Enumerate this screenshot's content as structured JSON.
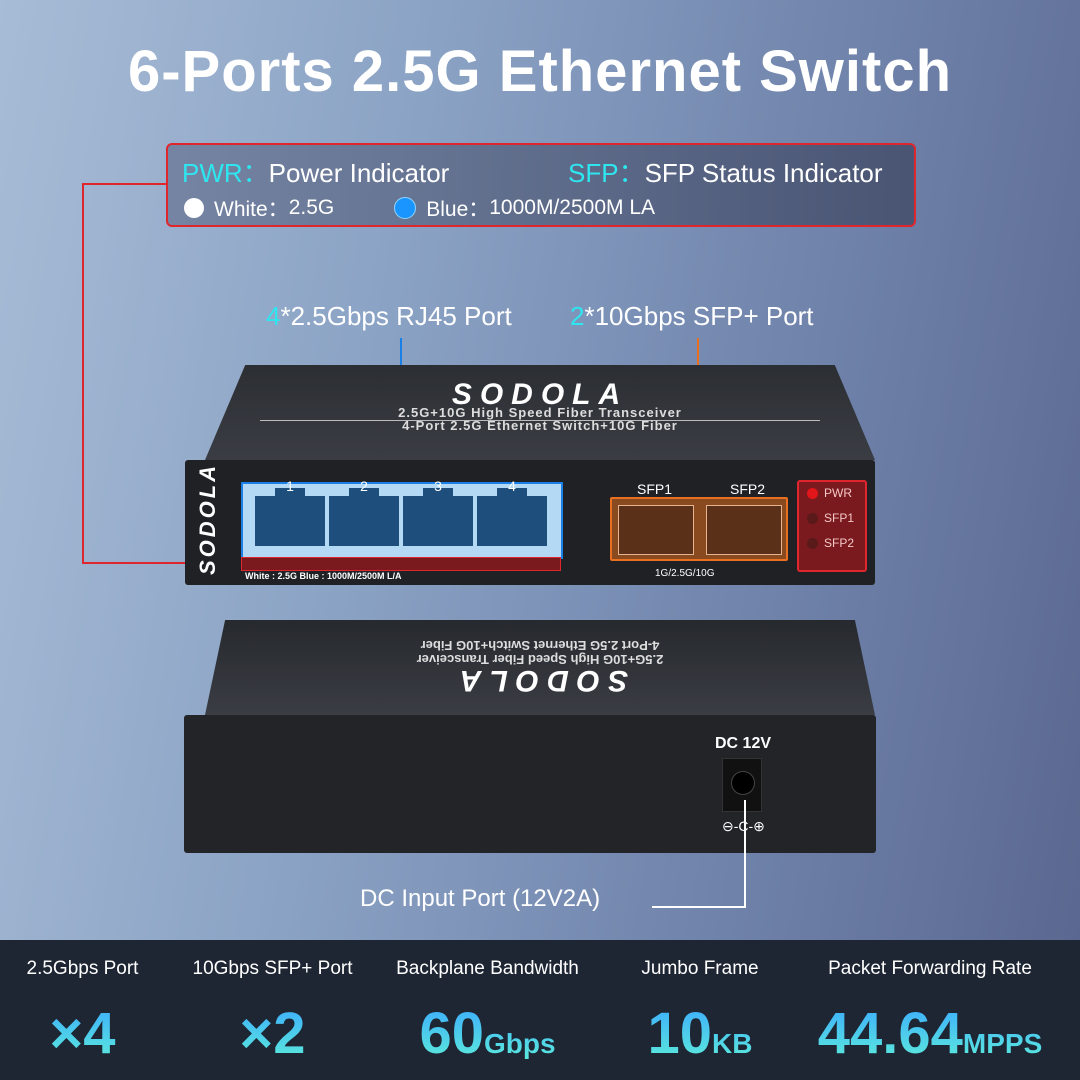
{
  "title": "6-Ports 2.5G Ethernet Switch",
  "legend": {
    "pwr_key": "PWR：",
    "pwr_desc": "Power Indicator",
    "sfp_key": "SFP：",
    "sfp_desc": "SFP Status Indicator",
    "white_label": "White：",
    "white_value": "2.5G",
    "blue_label": "Blue：",
    "blue_value": "1000M/2500M LA",
    "colors": {
      "accent": "#2ee6f0",
      "frame": "#e0262d",
      "white_dot": "#ffffff",
      "blue_dot": "#1a95ff"
    }
  },
  "callouts": {
    "rj45_count": "4",
    "rj45_text": "*2.5Gbps RJ45 Port",
    "sfp_count": "2",
    "sfp_text": "*10Gbps SFP+ Port"
  },
  "front_device": {
    "brand": "SODOLA",
    "line1": "2.5G+10G High Speed Fiber Transceiver",
    "line2": "4-Port 2.5G Ethernet Switch+10G Fiber",
    "side_brand": "SODOLA",
    "rj45_ports": [
      "1",
      "2",
      "3",
      "4"
    ],
    "led_note": "White : 2.5G     Blue : 1000M/2500M L/A",
    "sfp_ports": [
      "SFP1",
      "SFP2"
    ],
    "sfp_range": "1G/2.5G/10G",
    "indicators": [
      {
        "label": "PWR",
        "on": true
      },
      {
        "label": "SFP1",
        "on": false
      },
      {
        "label": "SFP2",
        "on": false
      }
    ]
  },
  "back_device": {
    "brand": "SODOLA",
    "line1": "2.5G+10G High Speed Fiber Transceiver",
    "line2": "4-Port 2.5G Ethernet Switch+10G Fiber",
    "dc_label": "DC 12V",
    "polarity": "⊖-C-⊕",
    "dc_input": "DC Input Port (12V2A)"
  },
  "stats": [
    {
      "label": "2.5Gbps Port",
      "value": "×4",
      "unit": ""
    },
    {
      "label": "10Gbps SFP+ Port",
      "value": "×2",
      "unit": ""
    },
    {
      "label": "Backplane Bandwidth",
      "value": "60",
      "unit": "Gbps"
    },
    {
      "label": "Jumbo Frame",
      "value": "10",
      "unit": "KB"
    },
    {
      "label": "Packet Forwarding Rate",
      "value": "44.64",
      "unit": "MPPS"
    }
  ]
}
